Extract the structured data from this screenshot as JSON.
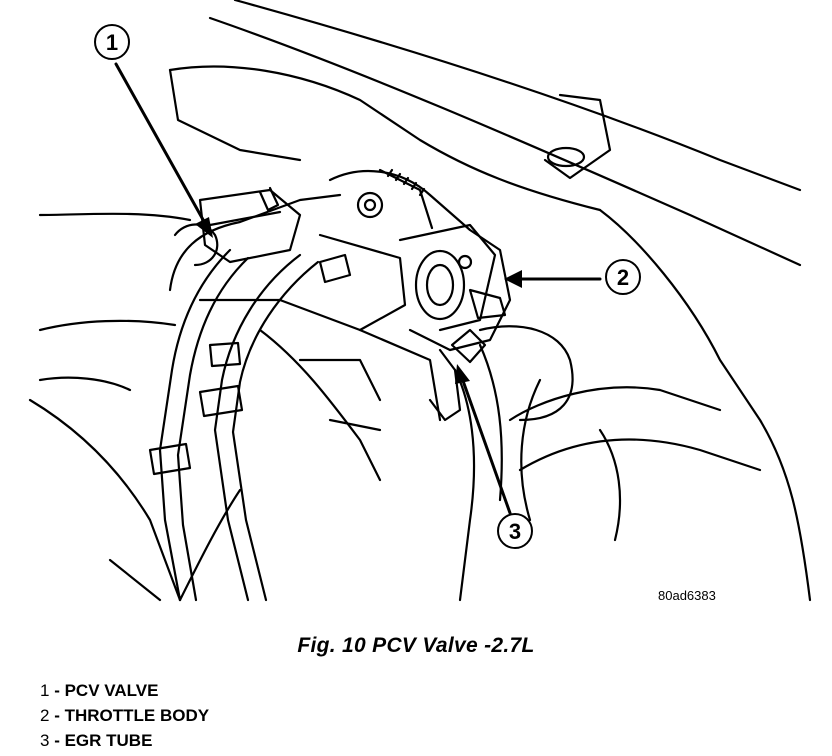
{
  "callouts": [
    {
      "number": "1",
      "label": "PCV VALVE"
    },
    {
      "number": "2",
      "label": "THROTTLE BODY"
    },
    {
      "number": "3",
      "label": "EGR TUBE"
    }
  ],
  "figure_code": "80ad6383",
  "caption": "Fig. 10 PCV Valve -2.7L"
}
